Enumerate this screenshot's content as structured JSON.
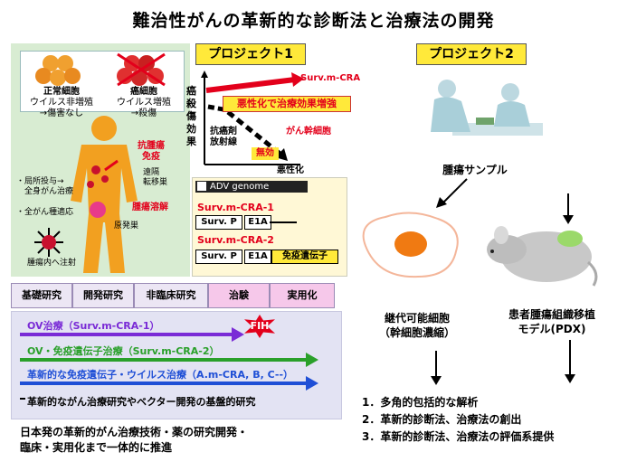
{
  "title": "難治性がんの革新的な診断法と治療法の開発",
  "left_panel": {
    "normal_cell": [
      "正常細胞",
      "ウイルス非増殖",
      "→傷害なし"
    ],
    "cancer_cell": [
      "癌細胞",
      "ウイルス増殖",
      "→殺傷"
    ],
    "antitumor_immunity": [
      "抗腫瘍",
      "免疫"
    ],
    "distant_metastasis": [
      "遠隔",
      "転移巣"
    ],
    "local_admin": [
      "・局所投与→",
      "　全身がん治療"
    ],
    "all_cancer": "・全がん種適応",
    "oncolysis": "腫瘍溶解",
    "primary_lesion": "原発巣",
    "intratumoral": "腫瘍内へ注射"
  },
  "project1": {
    "header": "プロジェクト1",
    "y_label": "癌殺傷効果",
    "surv_label": "Surv.m-CRA",
    "banner": "悪性化で治療効果増強",
    "chemo": [
      "抗癌剤",
      "放射線"
    ],
    "cancer_stem": "がん幹細胞",
    "ineffective": "無効",
    "x_label": "悪性化"
  },
  "adv": {
    "genome": "ADV genome",
    "cra1": "Surv.m-CRA-1",
    "cra2": "Surv.m-CRA-2",
    "survp": "Surv. P",
    "e1a": "E1A",
    "immune_gene": "免疫遺伝子"
  },
  "pipeline": [
    "基礎研究",
    "開発研究",
    "非臨床研究",
    "治験",
    "実用化"
  ],
  "lower": {
    "ov": "OV治療（Surv.m-CRA-1）",
    "fih": "FIH",
    "ov_immune": "OV・免疫遺伝子治療（Surv.m-CRA-2）",
    "innovative": "革新的な免疫遺伝子・ウイルス治療（A.m-CRA, B, C--）",
    "foundation": "革新的ながん治療研究やベクター開発の基盤的研究"
  },
  "footer": [
    "日本発の革新的がん治療技術・薬の研究開発・",
    "臨床・実用化まで一体的に推進"
  ],
  "project2": {
    "header": "プロジェクト2",
    "tumor_sample": "腫瘍サンプル",
    "passage_cells": [
      "継代可能細胞",
      "（幹細胞濃縮）"
    ],
    "pdx": [
      "患者腫瘍組織移植",
      "モデル(PDX)"
    ],
    "list": [
      "1．多角的包括的な解析",
      "2．革新的診断法、治療法の創出",
      "3．革新的診断法、治療法の評価系提供"
    ]
  },
  "colors": {
    "yellow": "#ffe93a",
    "red": "#e3001b",
    "green": "#2aa02a",
    "blue": "#1f4fd6",
    "purple": "#7a2bd6"
  }
}
